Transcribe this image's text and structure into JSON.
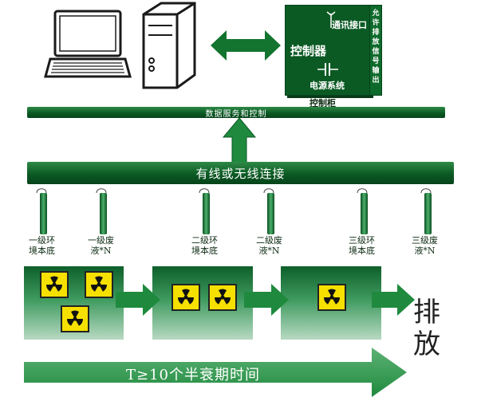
{
  "controller": {
    "comm_label": "通讯接口",
    "ctrl_label": "控制器",
    "power_label": "电源系统",
    "cabinet_label": "控制柜",
    "signal_label": "允许排放信号输出"
  },
  "bars": {
    "data_service": "数据服务和控制",
    "connection": "有线或无线连接"
  },
  "sensors": [
    {
      "label": "一级环\n境本底"
    },
    {
      "label": "一级废\n液*N"
    },
    {
      "label": "二级环\n境本底"
    },
    {
      "label": "二级废\n液*N"
    },
    {
      "label": "三级环\n境本底"
    },
    {
      "label": "三级废\n液*N"
    }
  ],
  "discharge": "排\n放",
  "timeline": "T≥10个半衰期时间",
  "colors": {
    "primary_green": "#0b5a24",
    "radiation_yellow": "#f6e000",
    "arrow_green": "#1f8a3e"
  },
  "icons": [
    "computer-icon",
    "server-tower-icon",
    "double-arrow-icon",
    "radiation-icon",
    "antenna-icon",
    "capacitor-icon"
  ]
}
